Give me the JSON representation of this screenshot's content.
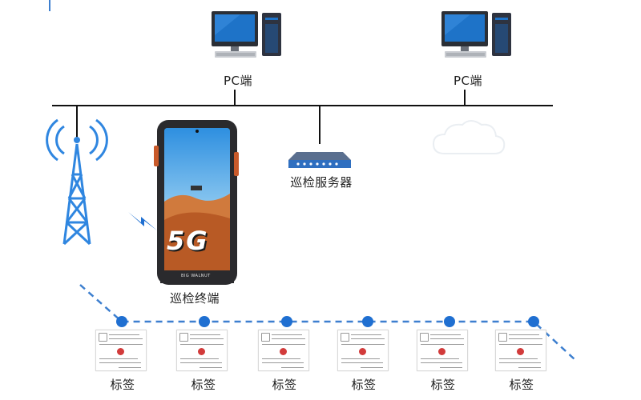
{
  "nodes": {
    "pc_left": {
      "label": "PC端"
    },
    "pc_right": {
      "label": "PC端"
    },
    "server": {
      "label": "巡检服务器"
    },
    "terminal": {
      "label": "巡检终端",
      "device_text": "5G",
      "brand_text": "BIG WALNUT"
    }
  },
  "tags": [
    {
      "label": "标签"
    },
    {
      "label": "标签"
    },
    {
      "label": "标签"
    },
    {
      "label": "标签"
    },
    {
      "label": "标签"
    },
    {
      "label": "标签"
    }
  ],
  "colors": {
    "accent_blue": "#1f6fd1",
    "tower_blue": "#2f86e0",
    "monitor_screen": "#1e73c8",
    "bus_line": "#111111",
    "dashed_line": "#3d7fcf"
  }
}
